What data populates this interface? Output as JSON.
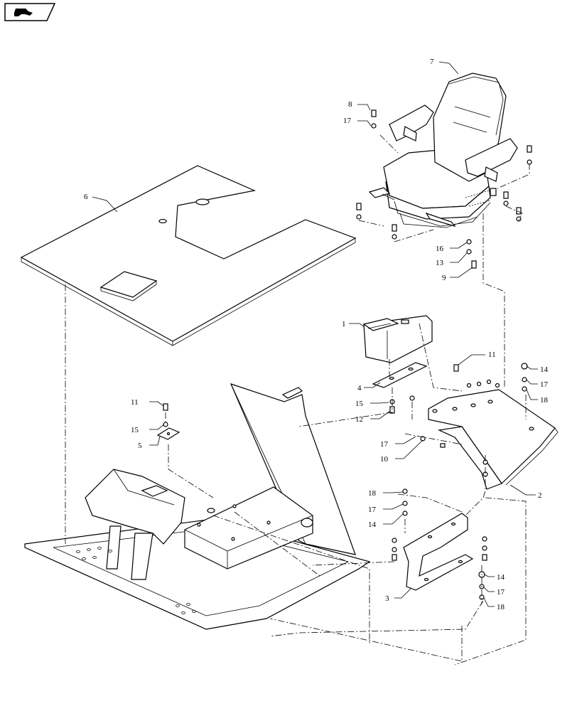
{
  "navigation": {
    "icon": "back-arrow-icon"
  },
  "callouts": {
    "c1": "1",
    "c2": "2",
    "c3": "3",
    "c4": "4",
    "c5": "5",
    "c6": "6",
    "c7": "7",
    "c8": "8",
    "c9": "9",
    "c10": "10",
    "c11a": "11",
    "c11b": "11",
    "c12": "12",
    "c13": "13",
    "c14a": "14",
    "c14b": "14",
    "c14c": "14",
    "c15a": "15",
    "c15b": "15",
    "c16": "16",
    "c17a": "17",
    "c17b": "17",
    "c17c": "17",
    "c17d": "17",
    "c17e": "17",
    "c18a": "18",
    "c18b": "18",
    "c18c": "18"
  }
}
